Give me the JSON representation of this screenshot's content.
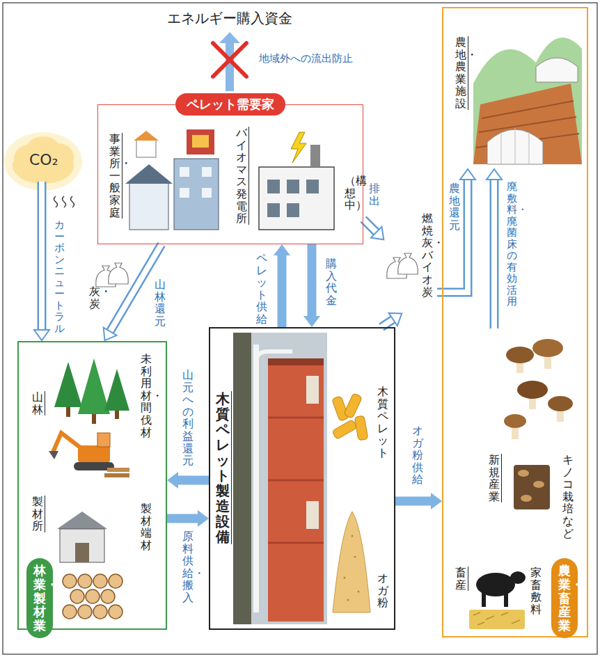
{
  "diagram": {
    "nodes": [
      {
        "text": [
          "林業・製材業"
        ]
      },
      {
        "text": [
          "製材所",
          "製材端材"
        ],
        "in": 0
      },
      {
        "text": [
          "山林",
          "未利用材・間伐材"
        ],
        "in": 0
      },
      {
        "text": [
          "木質ペレット製造設備"
        ]
      },
      {
        "text": [
          "木質ペレット"
        ],
        "in": 3
      },
      {
        "text": [
          "オガ粉"
        ],
        "in": 3
      },
      {
        "text": [
          "ペレット需要家"
        ]
      },
      {
        "text": [
          "事業所・一般家庭"
        ],
        "in": 6
      },
      {
        "text": [
          "バイオマス発電所",
          "（構想中）"
        ],
        "in": 6
      },
      {
        "text": [
          "CO₂"
        ]
      },
      {
        "text": [
          "燃焼灰・バイオ炭"
        ]
      },
      {
        "text": [
          "農業・畜産業"
        ]
      },
      {
        "text": [
          "農地・農業施設"
        ],
        "in": 11
      },
      {
        "text": [
          "新規産業",
          "キノコ栽培など"
        ],
        "in": 11
      },
      {
        "text": [
          "畜産",
          "家畜敷料"
        ],
        "in": 11
      }
    ],
    "edges": [
      {
        "from": 0,
        "to": 3,
        "label": "原料供給・搬入",
        "arrow": "to"
      },
      {
        "from": 3,
        "to": 0,
        "label": "山元への利益還元",
        "arrow": "to"
      },
      {
        "from": 3,
        "to": 6,
        "label": "ペレット供給",
        "arrow": "to"
      },
      {
        "from": 6,
        "to": 3,
        "label": "購入代金",
        "arrow": "to"
      },
      {
        "from": 6,
        "to": 0,
        "label": "山林還元",
        "arrow": "to"
      },
      {
        "from": 9,
        "to": 0,
        "label": "カーボンニュートラル",
        "arrow": "to"
      },
      {
        "from": 6,
        "to": 10,
        "label": "排出",
        "arrow": "to"
      },
      {
        "from": 3,
        "to": 10,
        "arrow": "to"
      },
      {
        "from": 10,
        "to": 12,
        "label": "農地還元",
        "arrow": "to"
      },
      {
        "from": 13,
        "to": 12,
        "label": "廃敷料・廃菌床の有効活用",
        "arrow": "to"
      },
      {
        "from": 3,
        "to": 11,
        "label": "オガ粉供給",
        "arrow": "to"
      }
    ],
    "labels": [
      "エネルギー購入資金",
      "地域外への流出防止",
      "灰・炭"
    ]
  }
}
